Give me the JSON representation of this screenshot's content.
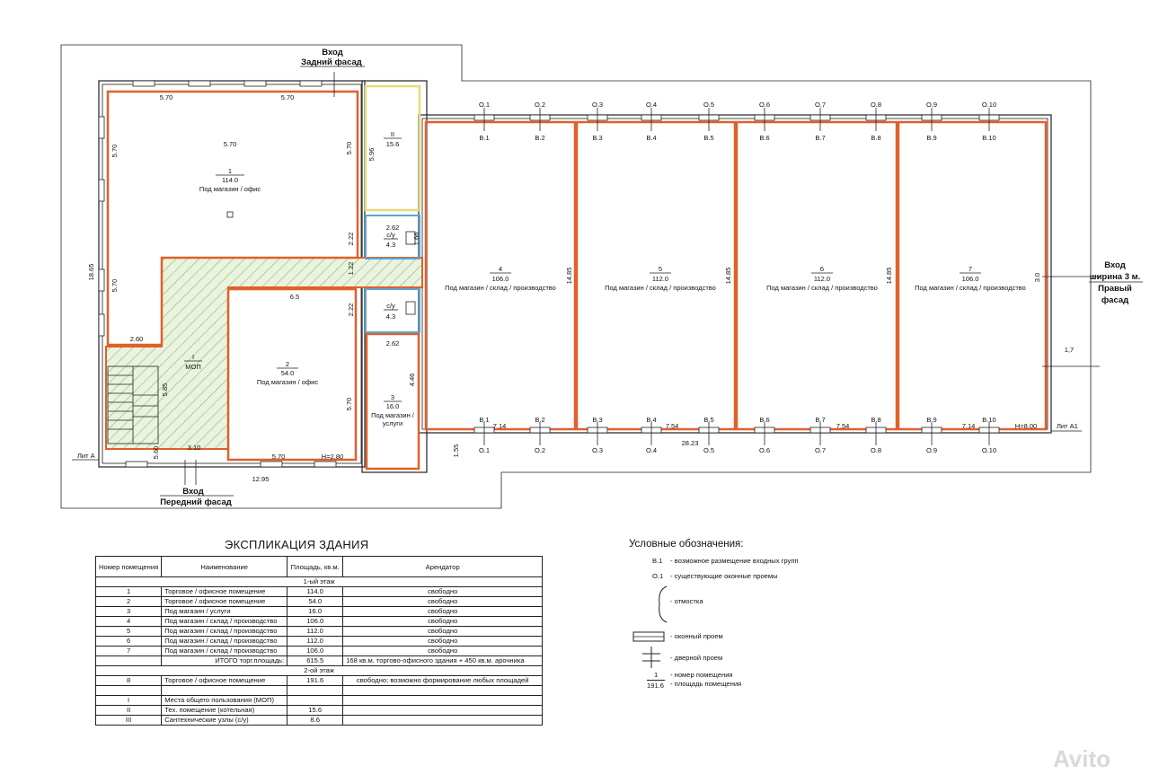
{
  "labels": {
    "entrance_rear": "Вход",
    "rear_facade": "Задний фасад",
    "entrance_front": "Вход",
    "front_facade": "Передний фасад",
    "entrance_right_1": "Вход",
    "entrance_right_2": "ширина 3 м.",
    "right_facade_1": "Правый",
    "right_facade_2": "фасад",
    "lit_a": "Лит А",
    "lit_a1": "Лит А1"
  },
  "rooms": {
    "r1": {
      "num": "1",
      "area": "114.0",
      "use": "Под магазин / офис"
    },
    "r2": {
      "num": "2",
      "area": "54.0",
      "use": "Под магазин / офис"
    },
    "r3": {
      "num": "3",
      "area": "16.0",
      "use1": "Под магазин /",
      "use2": "услуги"
    },
    "r4": {
      "num": "4",
      "area": "106.0",
      "use": "Под магазин / склад / производство"
    },
    "r5": {
      "num": "5",
      "area": "112.0",
      "use": "Под магазин / склад / производство"
    },
    "r6": {
      "num": "6",
      "area": "112.0",
      "use": "Под магазин / склад / производство"
    },
    "r7": {
      "num": "7",
      "area": "106.0",
      "use": "Под магазин / склад / производство"
    },
    "rI": {
      "num": "I",
      "area": "МОП"
    },
    "rII": {
      "num": "II",
      "area": "15.6"
    },
    "wc1": {
      "num": "с/у",
      "area": "4.3"
    },
    "wc2": {
      "num": "с/у",
      "area": "4.3"
    }
  },
  "dims": {
    "d570a": "5.70",
    "d570b": "5.70",
    "d570c": "5.70",
    "d570d": "5.70",
    "d570e": "5.70",
    "d570f": "5.70",
    "d570g": "5.70",
    "d1865": "18.65",
    "d260": "2.60",
    "d310": "3.10",
    "d560": "5.60",
    "d1295": "12.95",
    "d65": "6.5",
    "d222a": "2.22",
    "d222b": "2.22",
    "d122": "1.22",
    "d585": "5.85",
    "h280": "H=2.80",
    "d596": "5.96",
    "d262a": "2.62",
    "d262b": "2.62",
    "d166": "1.66",
    "d446": "4.46",
    "d155": "1.55",
    "d714a": "7.14",
    "d754a": "7.54",
    "d754b": "7.54",
    "d714b": "7.14",
    "d2823": "28.23",
    "h800": "H=8.00",
    "d30": "3.0",
    "d17": "1,7",
    "d1485a": "14.85",
    "d1485b": "14.85",
    "d1485c": "14.85"
  },
  "windows_top": [
    "О.1",
    "О.2",
    "О.3",
    "О.4",
    "О.5",
    "О.6",
    "О.7",
    "О.8",
    "О.9",
    "О.10"
  ],
  "doors_top": [
    "В.1",
    "В.2",
    "В.3",
    "В.4",
    "В.5",
    "В.6",
    "В.7",
    "В.8",
    "В.9",
    "В.10"
  ],
  "doors_bottom": [
    "В.1",
    "В.2",
    "В.3",
    "В.4",
    "В.5",
    "В.6",
    "В.7",
    "В.8",
    "В.9",
    "В.10"
  ],
  "windows_bottom": [
    "О.1",
    "О.2",
    "О.3",
    "О.4",
    "О.5",
    "О.6",
    "О.7",
    "О.8",
    "О.9",
    "О.10"
  ],
  "explication": {
    "title": "ЭКСПЛИКАЦИЯ ЗДАНИЯ",
    "headers": [
      "Номер помещения",
      "Наименование",
      "Площадь, кв.м.",
      "Арендатор"
    ],
    "floor1": "1-ый этаж",
    "rows1": [
      [
        "1",
        "Торговое / офисное помещение",
        "114.0",
        "свободно"
      ],
      [
        "2",
        "Торговое / офисное помещение",
        "54.0",
        "свободно"
      ],
      [
        "3",
        "Под магазин / услуги",
        "16.0",
        "свободно"
      ],
      [
        "4",
        "Под магазин / склад / производство",
        "106.0",
        "свободно"
      ],
      [
        "5",
        "Под магазин / склад / производство",
        "112.0",
        "свободно"
      ],
      [
        "6",
        "Под магазин / склад / производство",
        "112.0",
        "свободно"
      ],
      [
        "7",
        "Под магазин / склад / производство",
        "106.0",
        "свободно"
      ]
    ],
    "total_label": "ИТОГО торг.площадь:",
    "total_value": "615.5",
    "total_note": "168 кв.м. торгово-офисного здания + 450 кв.м. арочника",
    "floor2": "2-ой этаж",
    "rows2": [
      [
        "8",
        "Торговое / офисное помещение",
        "191.6",
        "свободно; возможно формирование любых площадей"
      ]
    ],
    "rows3": [
      [
        "I",
        "Места общего пользования (МОП)",
        "",
        ""
      ],
      [
        "II",
        "Тех. помещение (котельная)",
        "15.6",
        ""
      ],
      [
        "III",
        "Сантехнические узлы (с/у)",
        "8.6",
        ""
      ]
    ]
  },
  "legend": {
    "title": "Условные обозначения:",
    "door_code": "В.1",
    "door_text": "- возможное размещение входных групп",
    "window_code": "О.1",
    "window_text": "- существующие оконные проемы",
    "blind_text": "- отмостка",
    "window_opening": "- оконный проем",
    "door_opening": "- дверной проем",
    "room_num_sample": "1",
    "room_area_sample": "191.6",
    "room_num_text": "- номер помещения",
    "room_area_text": "- площадь помещения"
  },
  "watermark": "Avito"
}
